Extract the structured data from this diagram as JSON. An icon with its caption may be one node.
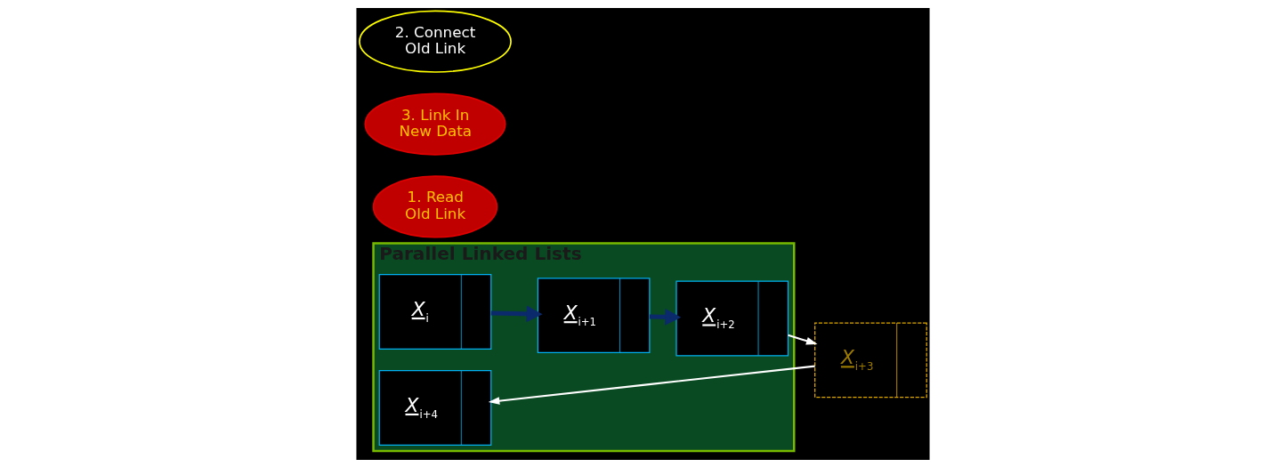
{
  "diagram": {
    "nodes": [
      {
        "text": [
          "Parallel Linked Lists"
        ]
      },
      {
        "text": [
          "*X*$_{i}$"
        ],
        "in": 0
      },
      {
        "text": [
          "*X*$_{i+1}$"
        ],
        "in": 0
      },
      {
        "text": [
          "*X*$_{i+2}$"
        ],
        "in": 0
      },
      {
        "text": [
          "1. Read Old Link"
        ]
      },
      {
        "text": [
          "*X*$_{i+4}$"
        ],
        "in": 0
      },
      {
        "text": [
          "3. Link In New Data"
        ]
      },
      {
        "text": [
          "2. Connect Old Link"
        ]
      },
      {
        "text": [
          "*X*$_{i+3}$"
        ]
      }
    ],
    "edges": [
      {
        "from": 1,
        "to": 2,
        "arrow": "to",
        "style": "thick",
        "color": "#0b2a6b"
      },
      {
        "from": 2,
        "to": 3,
        "arrow": "to",
        "style": "thick",
        "color": "#0b2a6b"
      },
      {
        "from": 3,
        "to": 8,
        "arrow": "to",
        "color": "#ffffff"
      },
      {
        "from": 8,
        "to": 5,
        "arrow": "to",
        "color": "#ffffff"
      }
    ]
  }
}
